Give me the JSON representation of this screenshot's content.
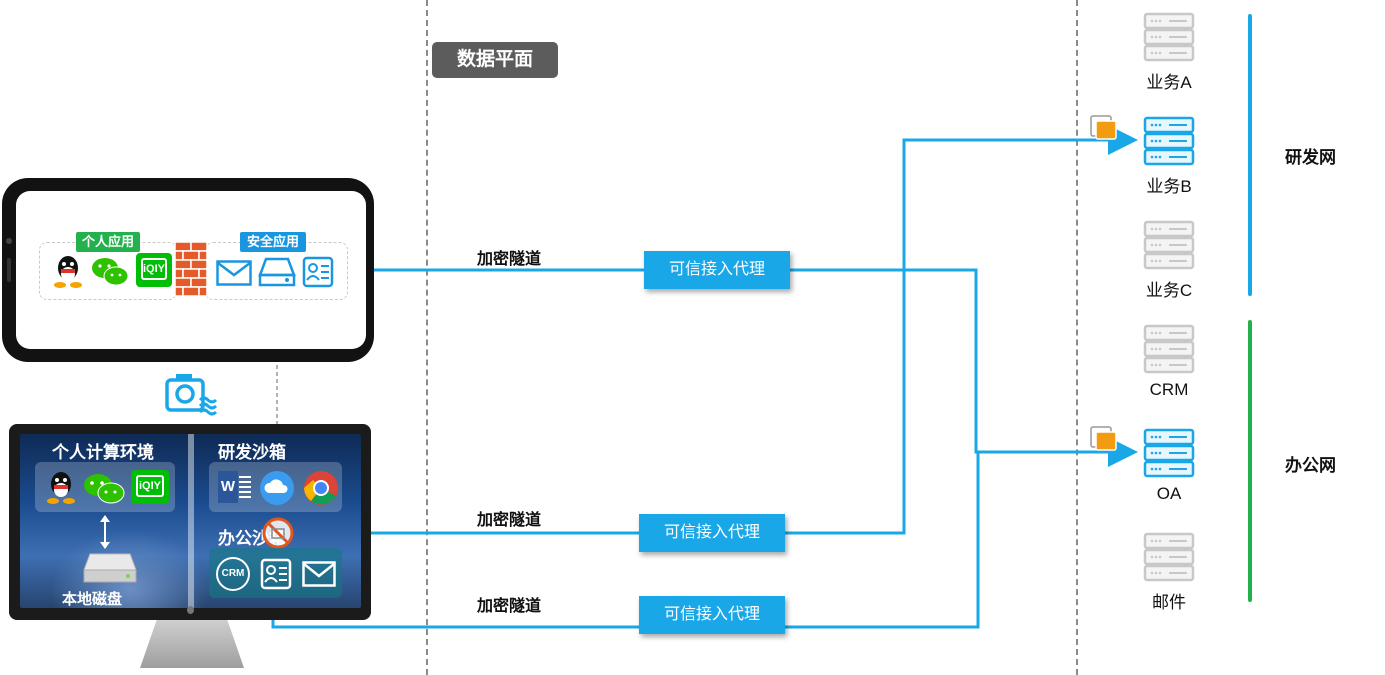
{
  "data_plane": {
    "label": "数据平面"
  },
  "tunnels": [
    {
      "label": "加密隧道"
    },
    {
      "label": "加密隧道"
    },
    {
      "label": "加密隧道"
    }
  ],
  "proxies": [
    {
      "label": "可信接入代理"
    },
    {
      "label": "可信接入代理"
    },
    {
      "label": "可信接入代理"
    }
  ],
  "phone": {
    "personal_apps_tag": "个人应用",
    "secure_apps_tag": "安全应用",
    "personal_icons": [
      "qq-icon",
      "wechat-icon",
      "iqiyi-icon"
    ],
    "secure_icons": [
      "mail-icon",
      "drive-icon",
      "contact-card-icon"
    ]
  },
  "monitor": {
    "personal_env": "个人计算环境",
    "local_disk": "本地磁盘",
    "rd_sandbox": "研发沙箱",
    "office_sandbox": "办公沙箱",
    "rd_icons": [
      "word-icon",
      "cloud-icon",
      "chrome-icon"
    ],
    "office_icons": [
      "crm-icon",
      "contact-card-icon",
      "mail-icon"
    ],
    "crm_text": "CRM",
    "iqiyi_text": "iQIY"
  },
  "servers": [
    {
      "label": "业务A",
      "active": false
    },
    {
      "label": "业务B",
      "active": true
    },
    {
      "label": "业务C",
      "active": false
    },
    {
      "label": "CRM",
      "active": false
    },
    {
      "label": "OA",
      "active": true
    },
    {
      "label": "邮件",
      "active": false
    }
  ],
  "networks": [
    {
      "label": "研发网",
      "color": "#1aa7e8"
    },
    {
      "label": "办公网",
      "color": "#22b14c"
    }
  ],
  "colors": {
    "line": "#1aa7e8",
    "active_server": "#1aa7e8",
    "inactive_server": "#c8c8c8",
    "folder": "#f39c12"
  }
}
